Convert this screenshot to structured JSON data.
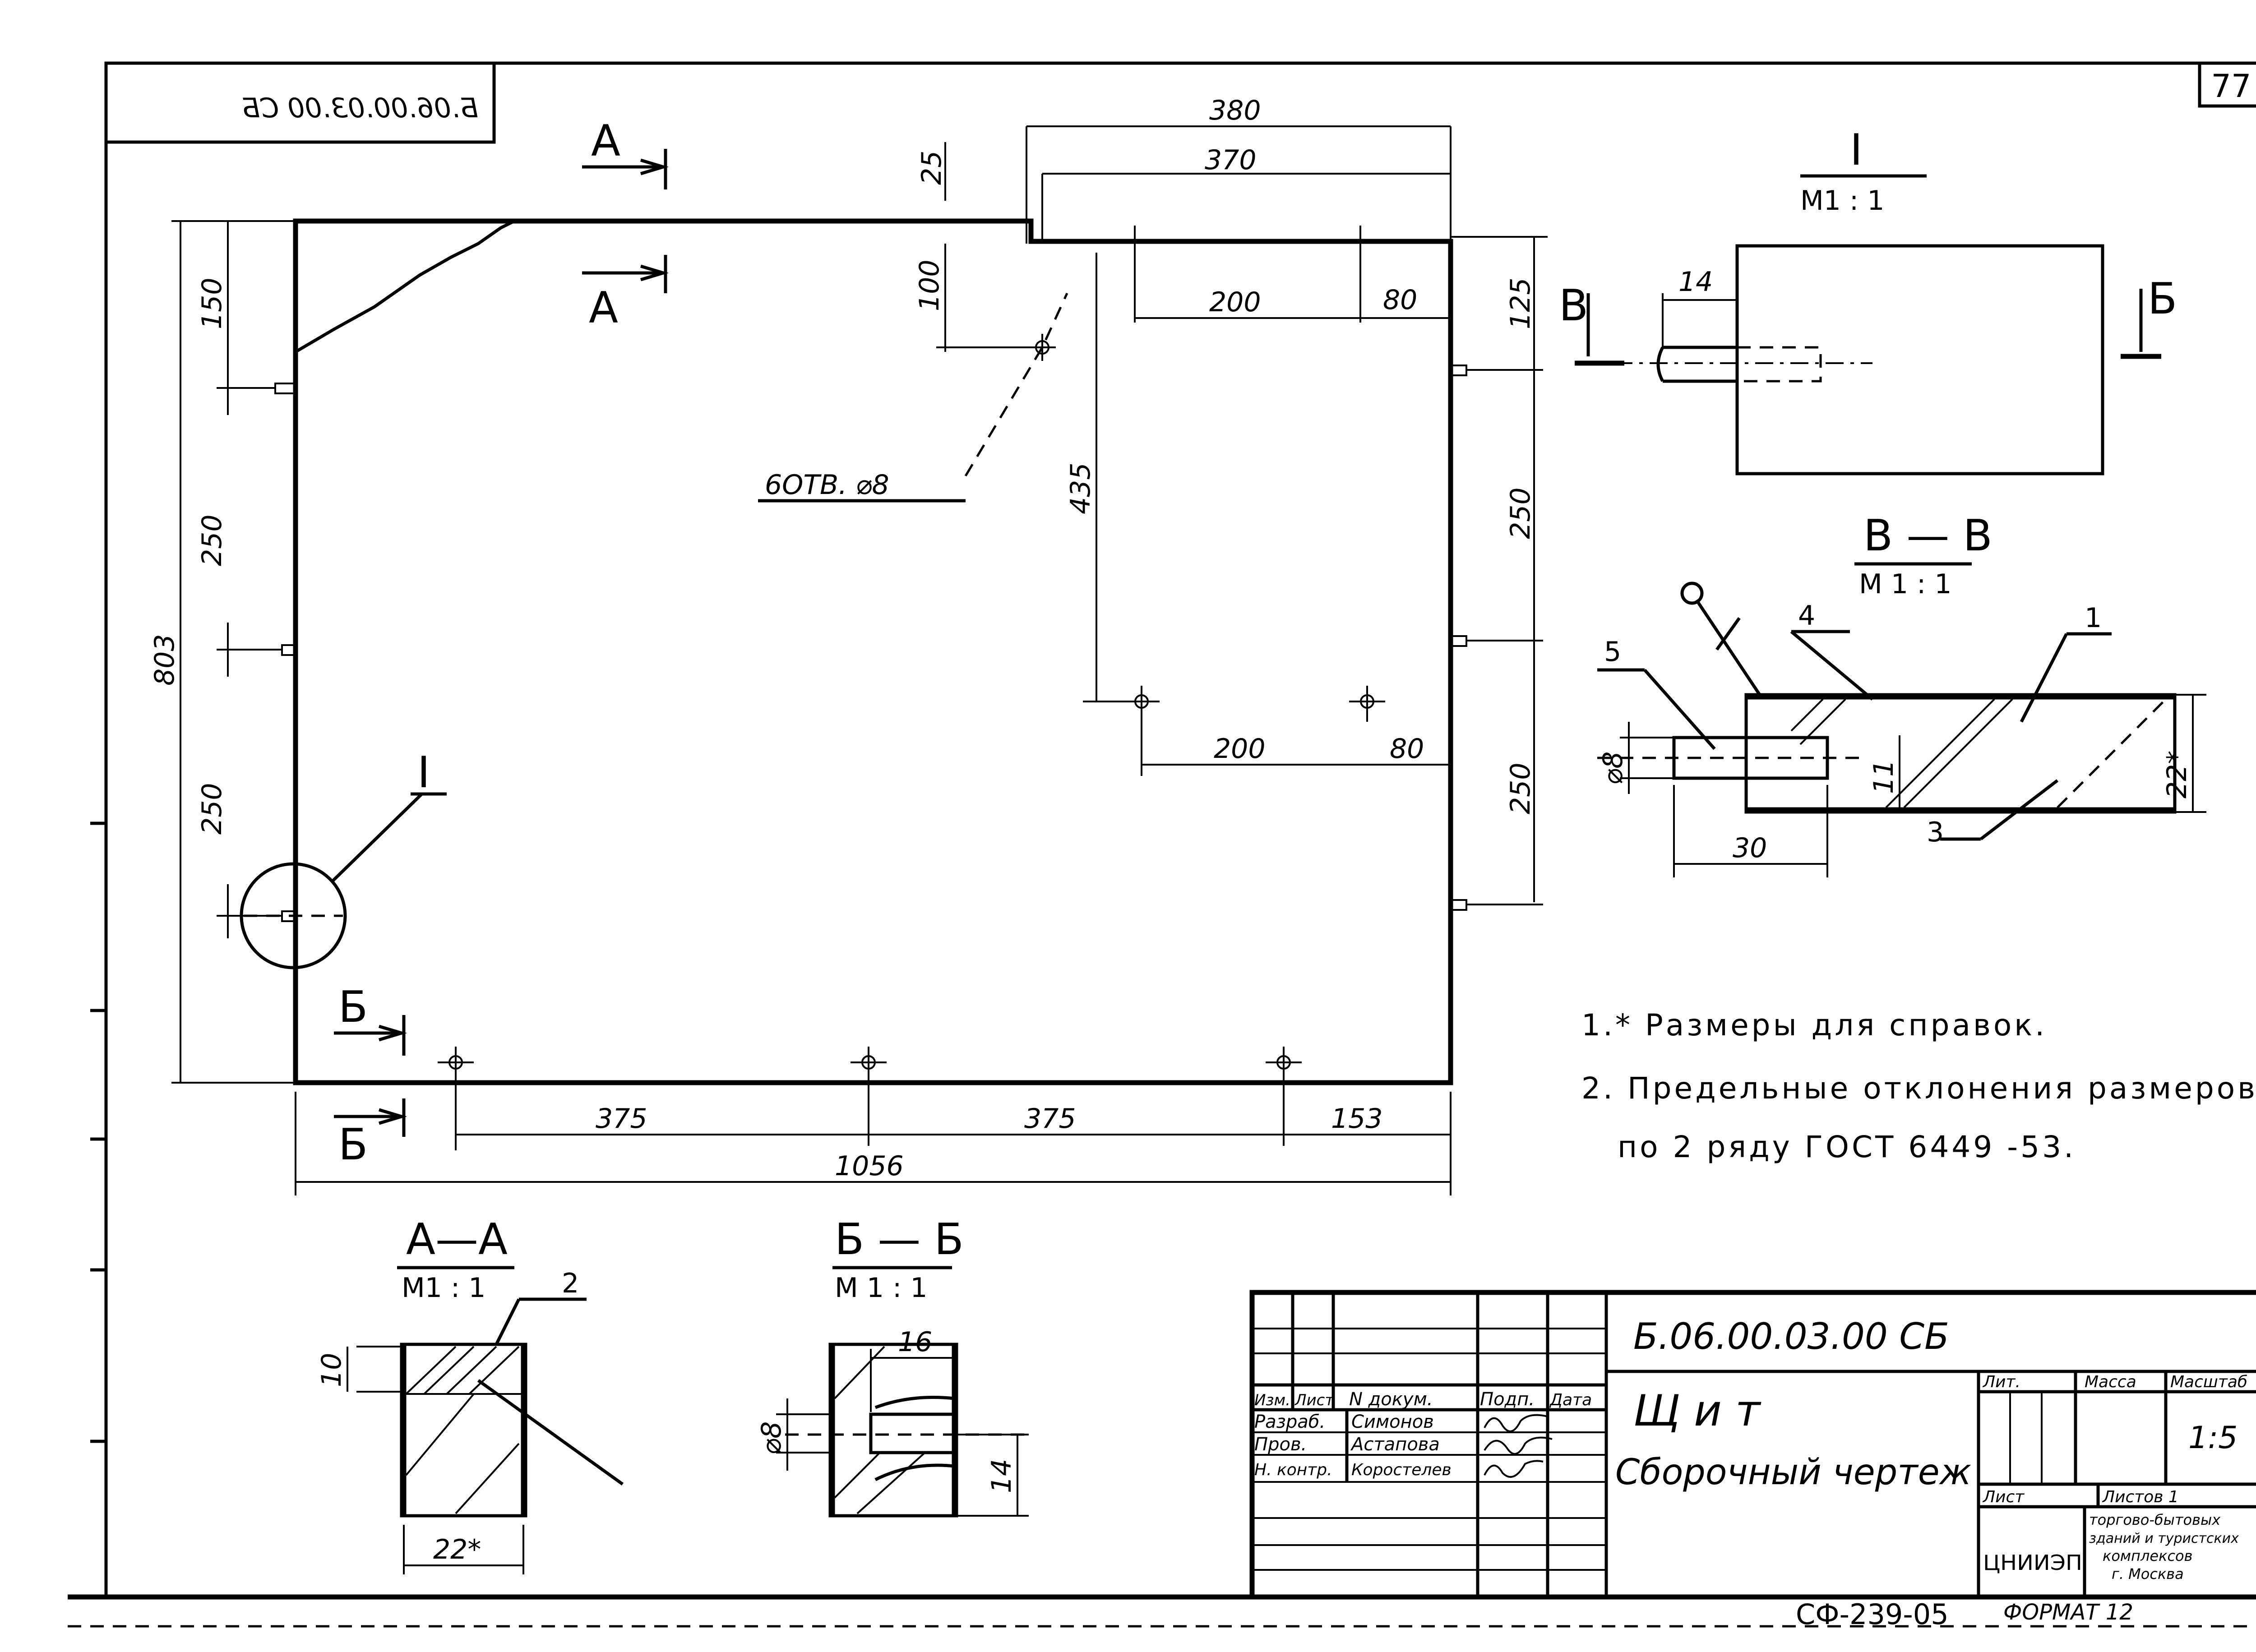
{
  "sheet": {
    "page_number": "77",
    "stamp_mirrored": "Б.06.00.03.00 СБ",
    "bottom_code": "СФ-239-05",
    "format_label": "ФОРМАТ 12"
  },
  "main_view": {
    "section_A_label": "А",
    "section_B_label": "Б",
    "hole_note": "6ОТВ. ⌀8",
    "callout_I": "I",
    "dims": {
      "d380": "380",
      "d370": "370",
      "d25": "25",
      "d100": "100",
      "d200_top": "200",
      "d80_top": "80",
      "d435": "435",
      "d200_mid": "200",
      "d80_mid": "80",
      "d150": "150",
      "d250_left_a": "250",
      "d250_left_b": "250",
      "d803": "803",
      "d125": "125",
      "d250_right_a": "250",
      "d250_right_b": "250",
      "d375_a": "375",
      "d375_b": "375",
      "d153": "153",
      "d1056": "1056"
    }
  },
  "detail_I": {
    "title": "I",
    "scale": "М1 : 1",
    "label_V": "В",
    "label_B": "Б",
    "dim14": "14"
  },
  "section_VV": {
    "title": "В — В",
    "scale": "М 1 : 1",
    "pos1": "1",
    "pos3": "3",
    "pos4": "4",
    "pos5": "5",
    "dim_d8": "⌀8",
    "dim11": "11",
    "dim30": "30",
    "dim22": "22*"
  },
  "section_AA": {
    "title": "А—А",
    "scale": "М1 : 1",
    "pos2": "2",
    "dim10": "10",
    "dim22": "22*"
  },
  "section_BB": {
    "title": "Б — Б",
    "scale": "М 1 : 1",
    "dim16": "16",
    "dim_d8": "⌀8",
    "dim14": "14"
  },
  "notes": {
    "n1": "1.* Размеры для справок.",
    "n2_line1": "2. Предельные отклонения размеров",
    "n2_line2": "по 2 ряду ГОСТ 6449 -53."
  },
  "title_block": {
    "doc_code": "Б.06.00.03.00 СБ",
    "name_line1": "Щ и т",
    "name_line2": "Сборочный чертеж",
    "headers": [
      "Изм.",
      "Лист",
      "N докум.",
      "Подп.",
      "Дата"
    ],
    "rows": [
      {
        "role": "Разраб.",
        "name": "Симонов"
      },
      {
        "role": "Пров.",
        "name": "Астапова"
      },
      {
        "role": "Н. контр.",
        "name": "Коростелев"
      }
    ],
    "lit_label": "Лит.",
    "mass_label": "Масса",
    "scale_label": "Масштаб",
    "scale_value": "1:5",
    "sheet_label": "Лист",
    "sheets_label": "Листов 1",
    "org_logo": "ЦНИИЭП",
    "org_line1": "торгово-бытовых",
    "org_line2": "зданий и туристских",
    "org_line3": "комплексов",
    "org_line4": "г. Москва"
  }
}
